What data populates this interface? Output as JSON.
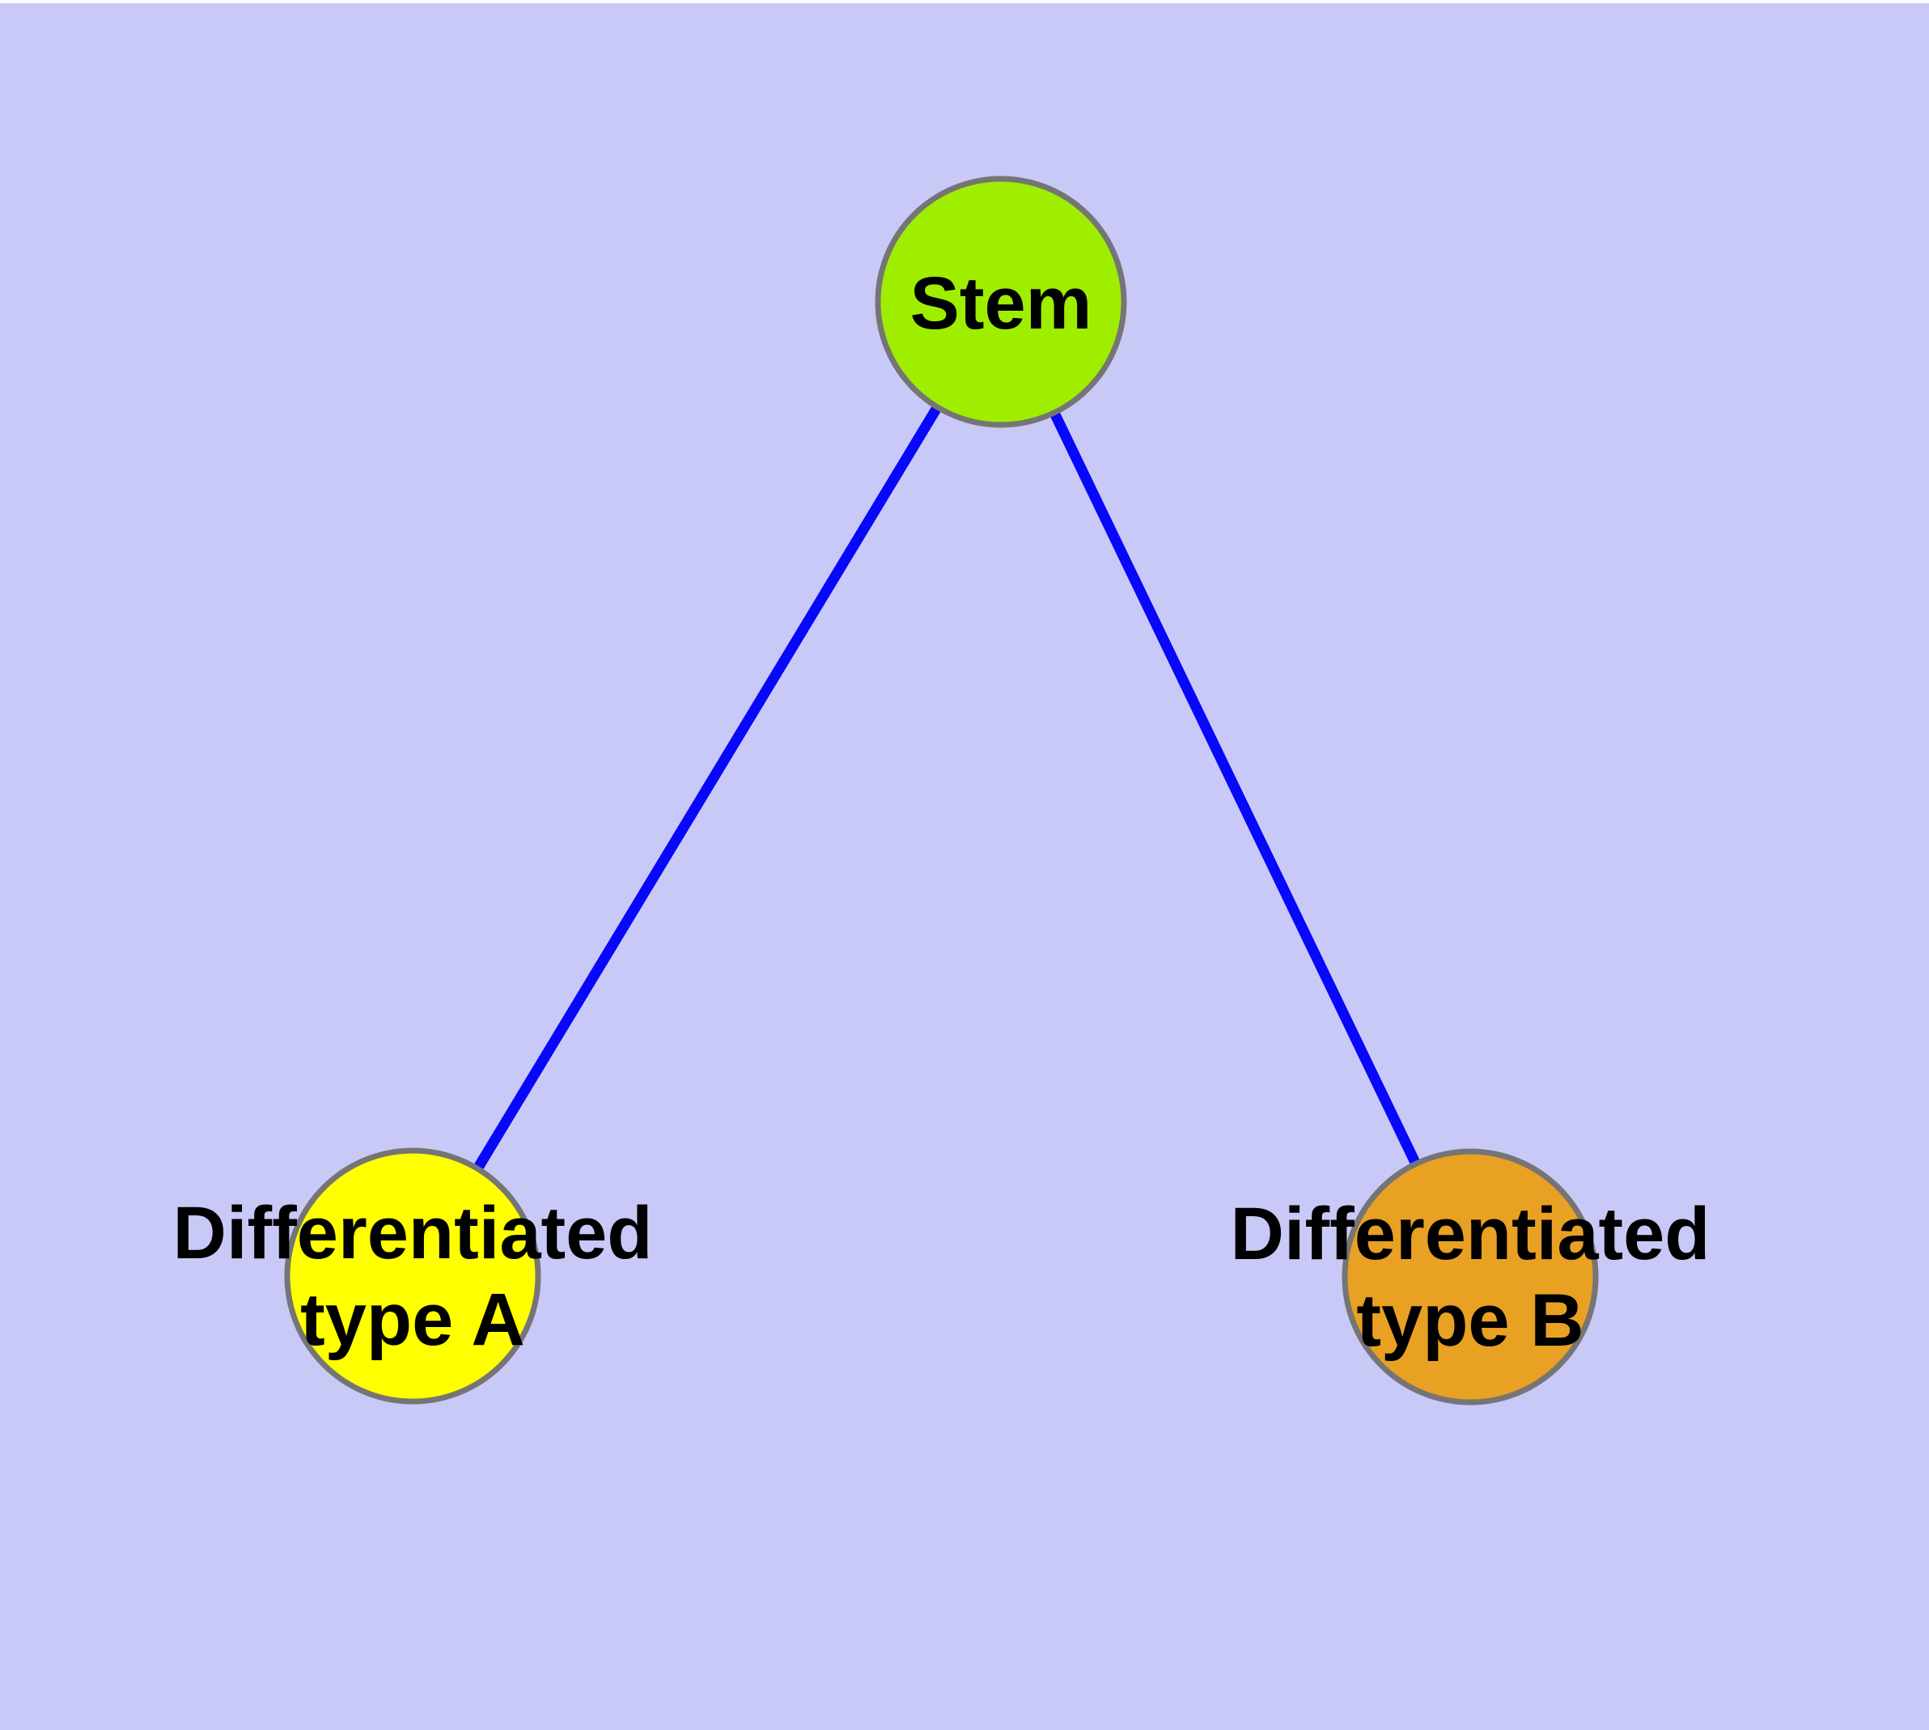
{
  "diagram": {
    "type": "node-link-graph",
    "background_color": "#C9C9F7",
    "page_margin_color": "#FFFFFF",
    "edge_color": "#0707FC",
    "node_border_color": "#757575",
    "label_color": "#000000",
    "nodes": [
      {
        "id": "stem",
        "label": "Stem",
        "fill": "#9FEE00"
      },
      {
        "id": "differentiated-type-a",
        "label": "Differentiated type A",
        "line1": "Differentiated",
        "line2": "type A",
        "fill": "#FFFF00"
      },
      {
        "id": "differentiated-type-b",
        "label": "Differentiated type B",
        "line1": "Differentiated",
        "line2": "type B",
        "fill": "#E8A122"
      }
    ],
    "edges": [
      {
        "from": "Stem",
        "to": "Differentiated type A"
      },
      {
        "from": "Stem",
        "to": "Differentiated type B"
      }
    ]
  }
}
